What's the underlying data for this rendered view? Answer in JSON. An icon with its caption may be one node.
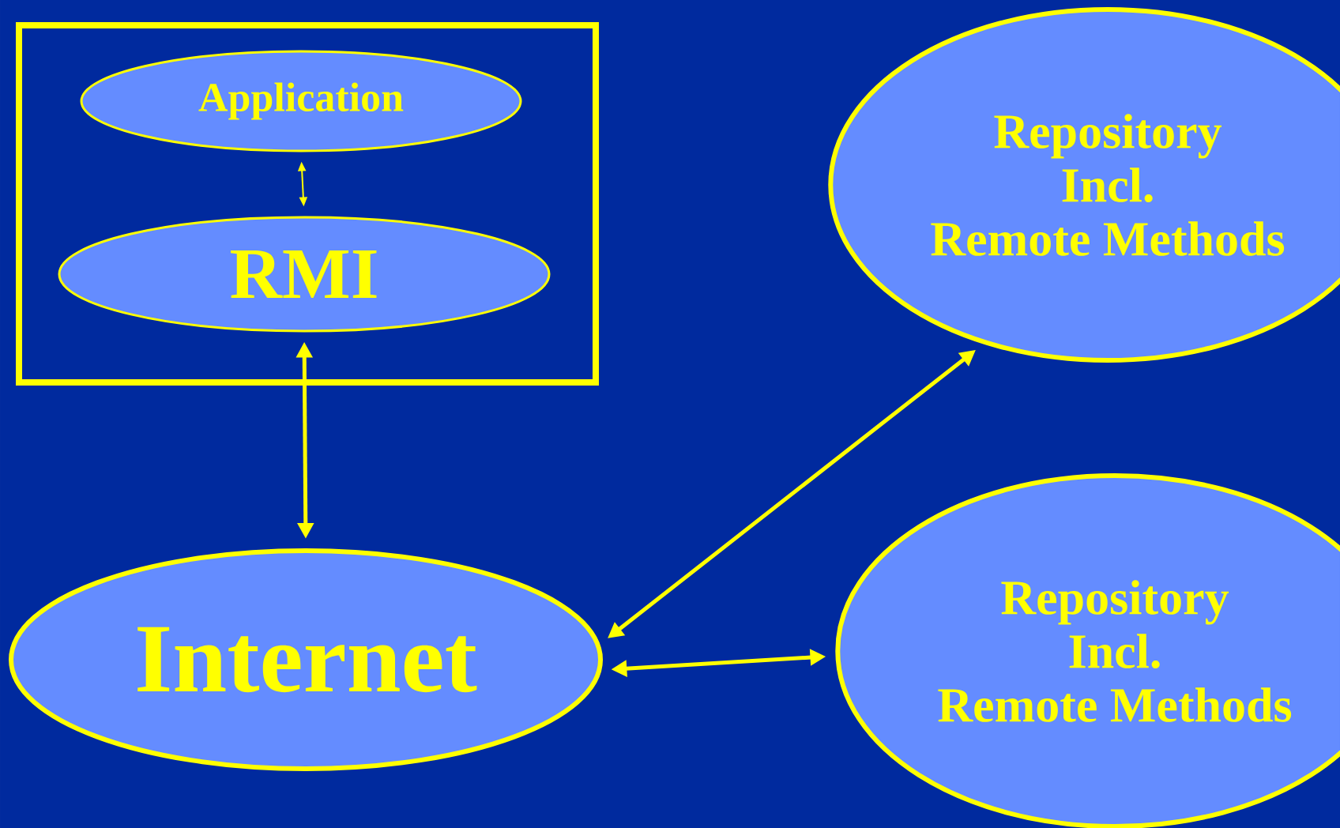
{
  "diagram": {
    "nodes": [
      {
        "text": [],
        "shape": "box"
      },
      {
        "text": [
          "Application"
        ],
        "in": 0
      },
      {
        "text": [
          "RMI"
        ],
        "in": 0
      },
      {
        "text": [
          "Internet"
        ]
      },
      {
        "text": [
          "Repository Incl. Remote Methods"
        ]
      },
      {
        "text": [
          "Repository Incl. Remote Methods"
        ]
      }
    ],
    "edges": [
      {
        "from": 1,
        "to": 2,
        "arrow": "both"
      },
      {
        "from": 2,
        "to": 3,
        "arrow": "both"
      },
      {
        "from": 3,
        "to": 4,
        "arrow": "both"
      },
      {
        "from": 3,
        "to": 5,
        "arrow": "both"
      }
    ]
  }
}
